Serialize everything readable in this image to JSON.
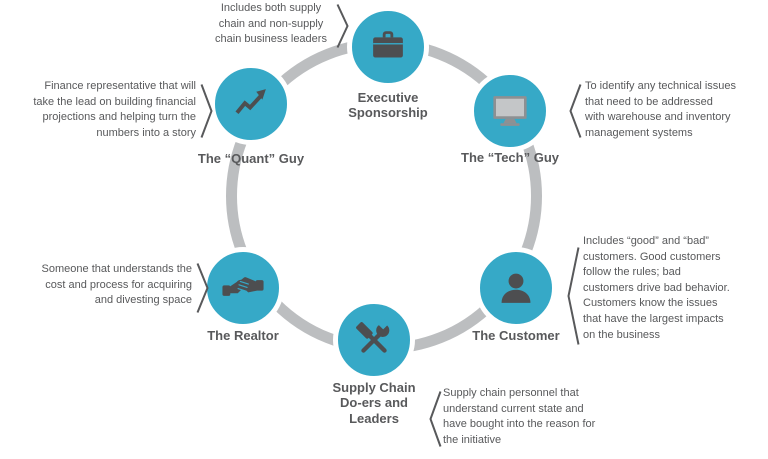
{
  "colors": {
    "accent": "#36A9C7",
    "ring": "#BCBEC0",
    "ink": "#58595B",
    "icon": "#4D4E50"
  },
  "nodes": {
    "executive": {
      "label": "Executive\nSponsorship",
      "icon": "briefcase-icon",
      "annotation": "Includes both supply\nchain and non-supply\nchain business leaders"
    },
    "tech": {
      "label": "The “Tech” Guy",
      "icon": "monitor-icon",
      "annotation": "To identify any technical issues\nthat need to be addressed\nwith warehouse and inventory\nmanagement systems"
    },
    "customer": {
      "label": "The Customer",
      "icon": "person-icon",
      "annotation": "Includes “good” and “bad”\ncustomers. Good customers\nfollow the rules; bad\ncustomers drive bad behavior.\nCustomers know the issues\nthat have the largest impacts\non the business"
    },
    "supply": {
      "label": "Supply Chain\nDo-ers and\nLeaders",
      "icon": "tools-icon",
      "annotation": "Supply chain personnel that\nunderstand current state and\nhave bought into the reason for\nthe initiative"
    },
    "realtor": {
      "label": "The Realtor",
      "icon": "handshake-icon",
      "annotation": "Someone that understands the\ncost and process for acquiring\nand divesting space"
    },
    "quant": {
      "label": "The “Quant” Guy",
      "icon": "chart-growth-icon",
      "annotation": "Finance representative that will\ntake the lead on building financial\nprojections and helping turn the\nnumbers into a story"
    }
  }
}
